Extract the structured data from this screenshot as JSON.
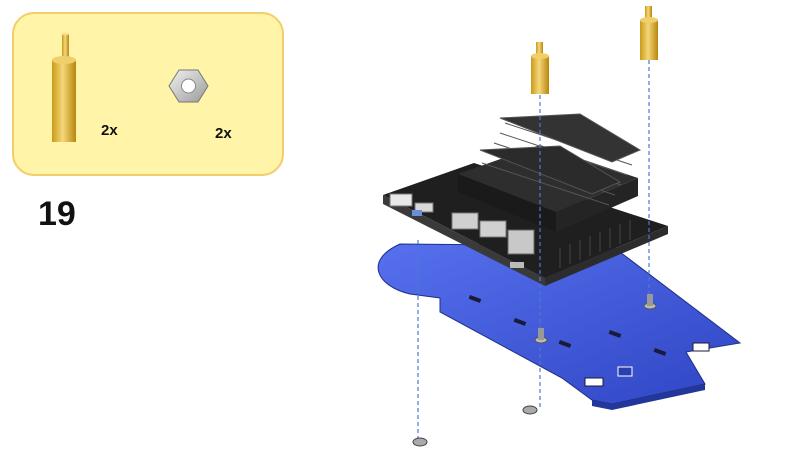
{
  "step": {
    "number": "19"
  },
  "parts": [
    {
      "name": "standoff",
      "icon": "brass-standoff-icon",
      "quantity": "2x"
    },
    {
      "name": "nut",
      "icon": "hex-nut-icon",
      "quantity": "2x"
    }
  ],
  "colors": {
    "panel_bg": "#fff4a8",
    "panel_border": "#f2cd6a",
    "base_plate": "#3e57d6",
    "board": "#2a2a2a",
    "brass": "#d9b33b"
  }
}
